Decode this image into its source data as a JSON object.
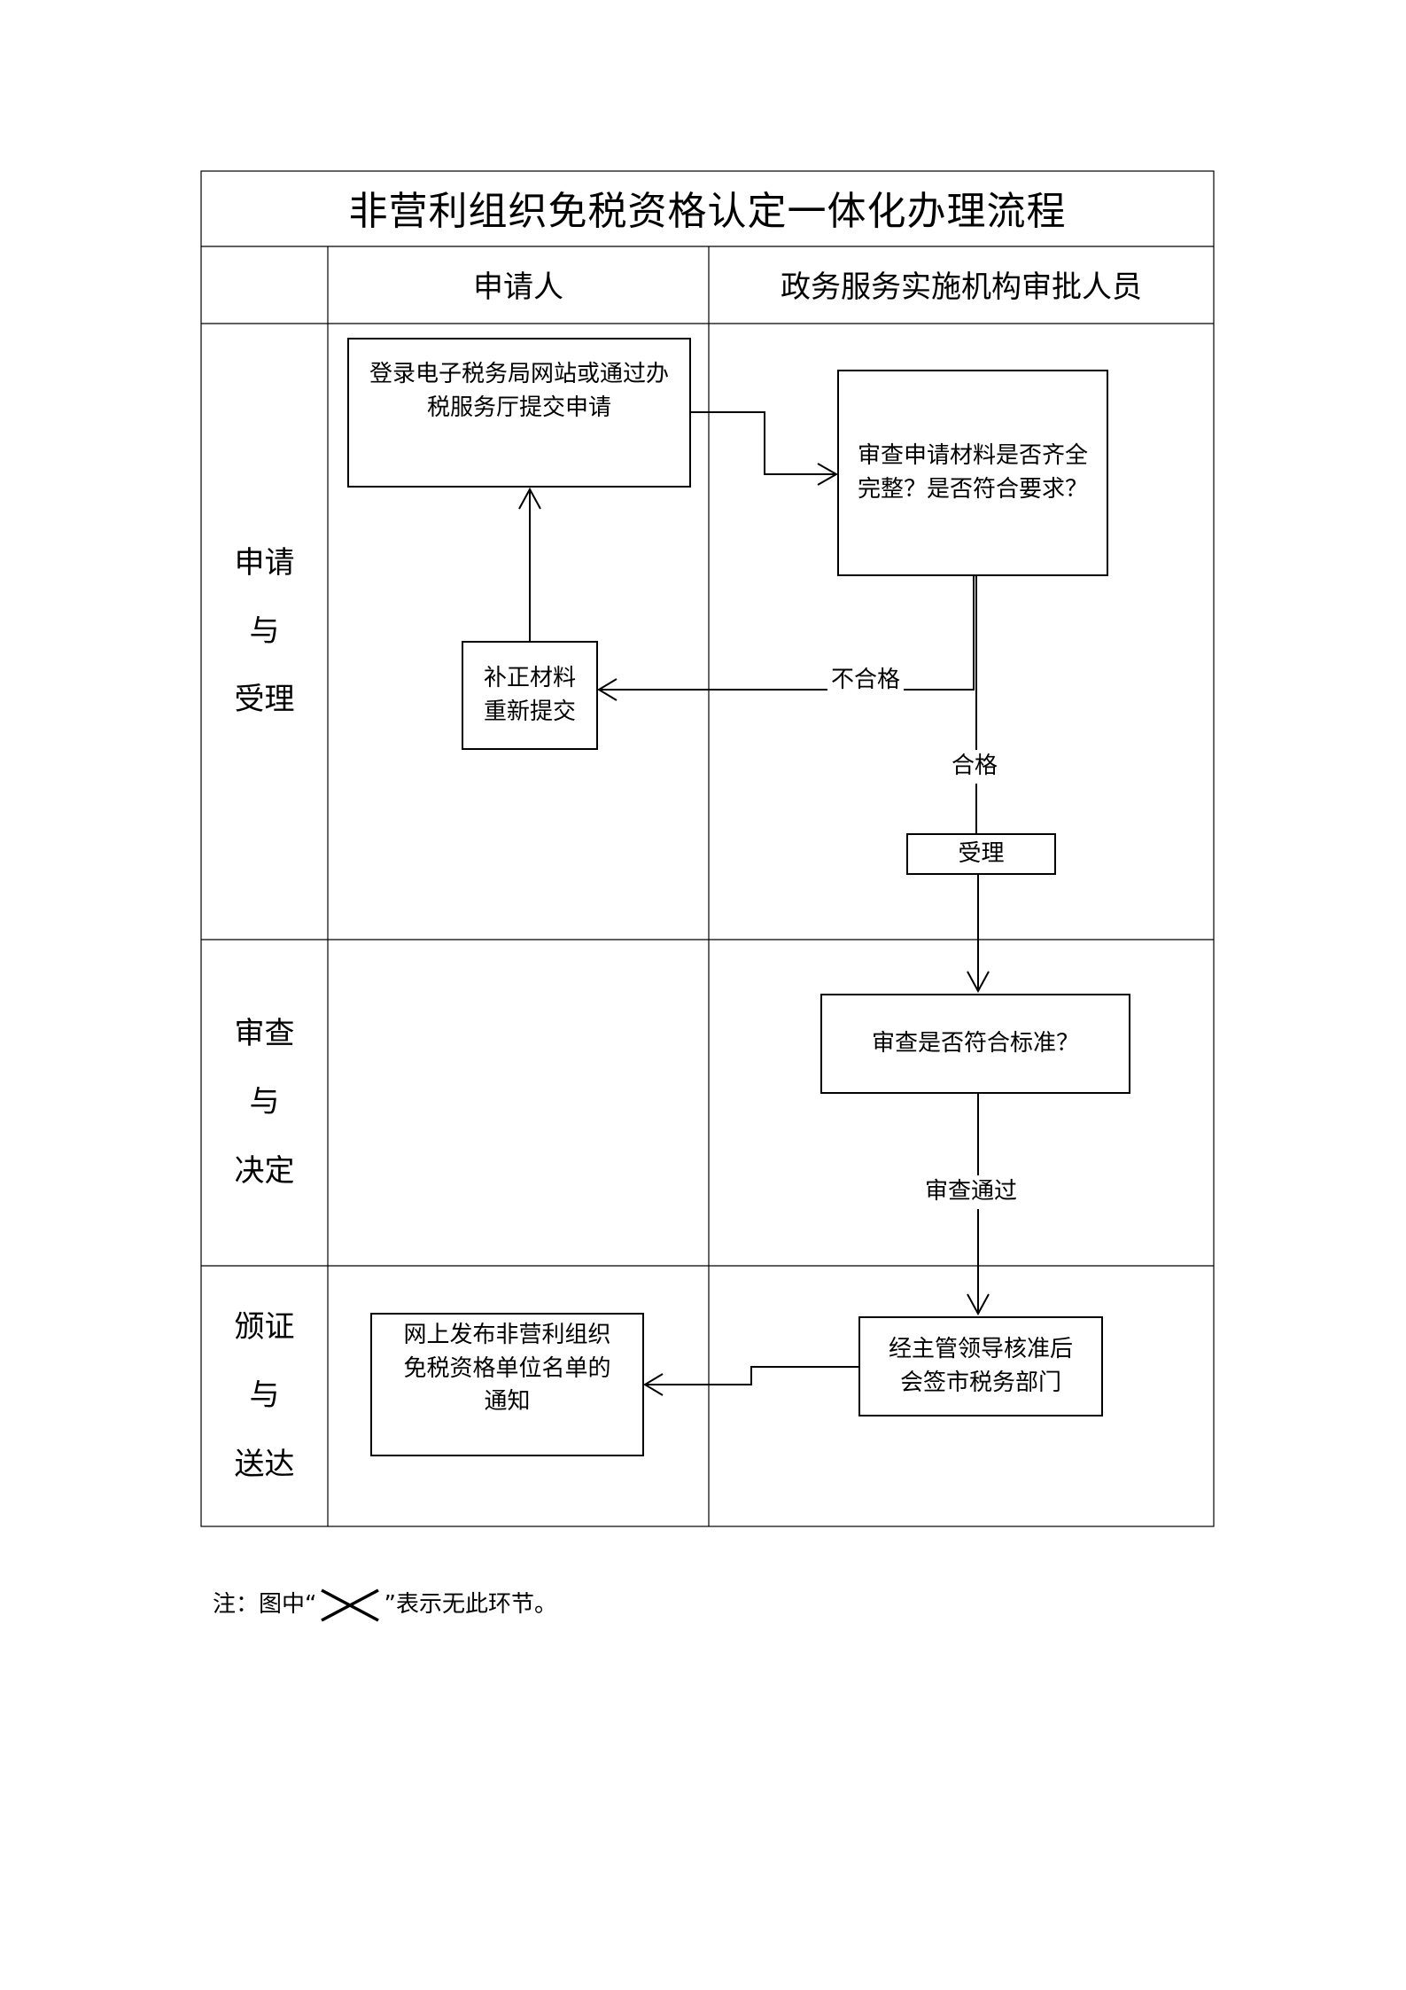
{
  "title": "非营利组织免税资格认定一体化办理流程",
  "columns": {
    "corner": "",
    "applicant": "申请人",
    "approver": "政务服务实施机构审批人员"
  },
  "rows": [
    {
      "id": "apply",
      "label_lines": [
        "申请",
        "与",
        "受理"
      ]
    },
    {
      "id": "review",
      "label_lines": [
        "审查",
        "与",
        "决定"
      ]
    },
    {
      "id": "deliver",
      "label_lines": [
        "颁证",
        "与",
        "送达"
      ]
    }
  ],
  "nodes": {
    "submit": "登录电子税务局网站或通过办税服务厅提交申请",
    "check_materials": "审查申请材料是否齐全完整？是否符合要求？",
    "resubmit": "补正材料重新提交",
    "accept": "受理",
    "check_standard": "审查是否符合标准？",
    "leader_approve": "经主管领导核准后会签市税务部门",
    "publish": "网上发布非营利组织免税资格单位名单的通知"
  },
  "edges": {
    "not_qualified": "不合格",
    "qualified": "合格",
    "review_passed": "审查通过"
  },
  "note": {
    "prefix": "注：图中“",
    "symbol": "cross-mark-icon",
    "suffix": "”表示无此环节。"
  }
}
